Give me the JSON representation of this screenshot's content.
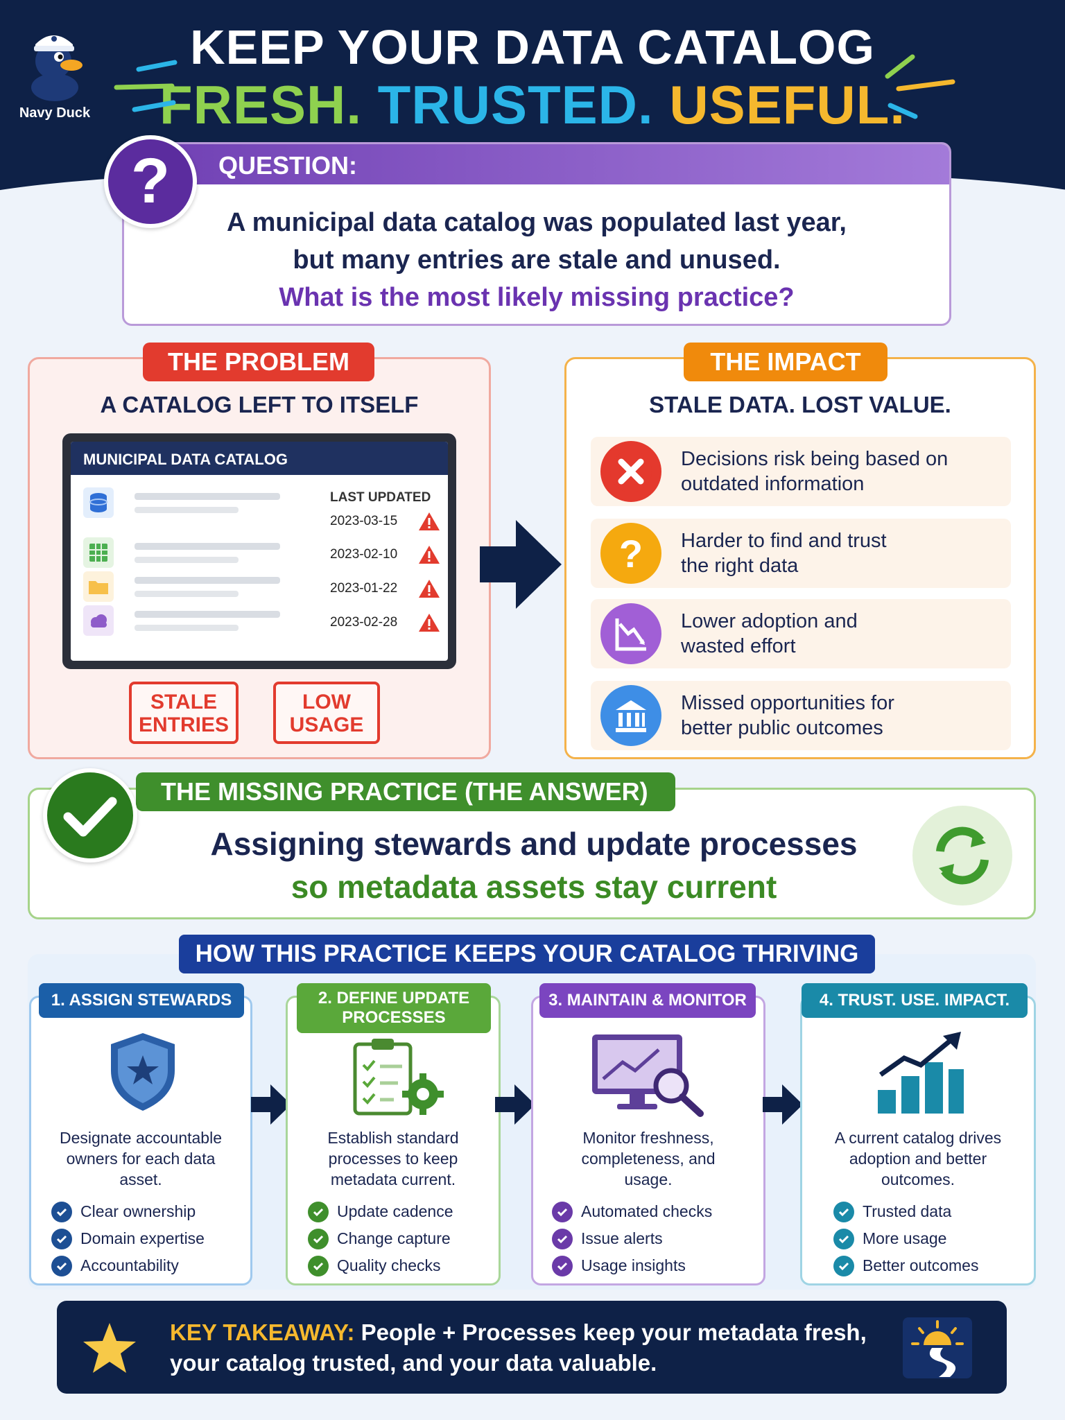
{
  "brand": {
    "name": "Navy Duck"
  },
  "header": {
    "title_line1": "KEEP YOUR DATA CATALOG",
    "title_fresh": "FRESH.",
    "title_trusted": "TRUSTED.",
    "title_useful": "USEFUL."
  },
  "question": {
    "label": "QUESTION:",
    "mark": "?",
    "line1": "A municipal data catalog was populated last year,",
    "line2": "but many entries are stale and unused.",
    "line3": "What is the most likely missing practice?"
  },
  "problem": {
    "tag": "THE PROBLEM",
    "subtitle": "A CATALOG LEFT TO ITSELF",
    "window_title": "MUNICIPAL DATA CATALOG",
    "column_header": "LAST UPDATED",
    "rows": [
      {
        "icon": "database-icon",
        "date": "2023-03-15"
      },
      {
        "icon": "spreadsheet-icon",
        "date": "2023-02-10"
      },
      {
        "icon": "folder-icon",
        "date": "2023-01-22"
      },
      {
        "icon": "cloud-icon",
        "date": "2023-02-28"
      }
    ],
    "stamp1_line1": "STALE",
    "stamp1_line2": "ENTRIES",
    "stamp2_line1": "LOW",
    "stamp2_line2": "USAGE"
  },
  "impact": {
    "tag": "THE IMPACT",
    "subtitle": "STALE DATA. LOST VALUE.",
    "items": [
      {
        "icon": "x-icon",
        "line1": "Decisions risk being based on",
        "line2": "outdated information"
      },
      {
        "icon": "question-icon",
        "line1": "Harder to find and trust",
        "line2": "the right data"
      },
      {
        "icon": "declining-chart-icon",
        "line1": "Lower adoption and",
        "line2": "wasted effort"
      },
      {
        "icon": "government-building-icon",
        "line1": "Missed opportunities for",
        "line2": "better public outcomes"
      }
    ]
  },
  "answer": {
    "tag": "THE MISSING PRACTICE (THE ANSWER)",
    "line1": "Assigning stewards and update processes",
    "line2": "so metadata assets stay current"
  },
  "how": {
    "title": "HOW THIS PRACTICE KEEPS YOUR CATALOG THRIVING",
    "steps": [
      {
        "label": "1. ASSIGN STEWARDS",
        "desc1": "Designate accountable",
        "desc2": "owners for each data",
        "desc3": "asset.",
        "bullets": [
          "Clear ownership",
          "Domain expertise",
          "Accountability"
        ]
      },
      {
        "label1": "2. DEFINE UPDATE",
        "label2": "PROCESSES",
        "desc1": "Establish standard",
        "desc2": "processes to keep",
        "desc3": "metadata current.",
        "bullets": [
          "Update cadence",
          "Change capture",
          "Quality checks"
        ]
      },
      {
        "label": "3. MAINTAIN & MONITOR",
        "desc1": "Monitor freshness,",
        "desc2": "completeness, and",
        "desc3": "usage.",
        "bullets": [
          "Automated checks",
          "Issue alerts",
          "Usage insights"
        ]
      },
      {
        "label": "4. TRUST. USE. IMPACT.",
        "desc1": "A current catalog drives",
        "desc2": "adoption and better",
        "desc3": "outcomes.",
        "bullets": [
          "Trusted data",
          "More usage",
          "Better outcomes"
        ]
      }
    ]
  },
  "takeaway": {
    "label": "KEY TAKEAWAY:",
    "text1": " People + Processes keep your metadata fresh,",
    "text2": "your catalog trusted, and your data valuable."
  },
  "colors": {
    "navy": "#0e2147",
    "purple": "#6a33b0",
    "red": "#e23b2e",
    "orange": "#f08a0c",
    "green": "#3f8f2c",
    "blue": "#1a3e9c",
    "teal": "#1a8aa8"
  }
}
